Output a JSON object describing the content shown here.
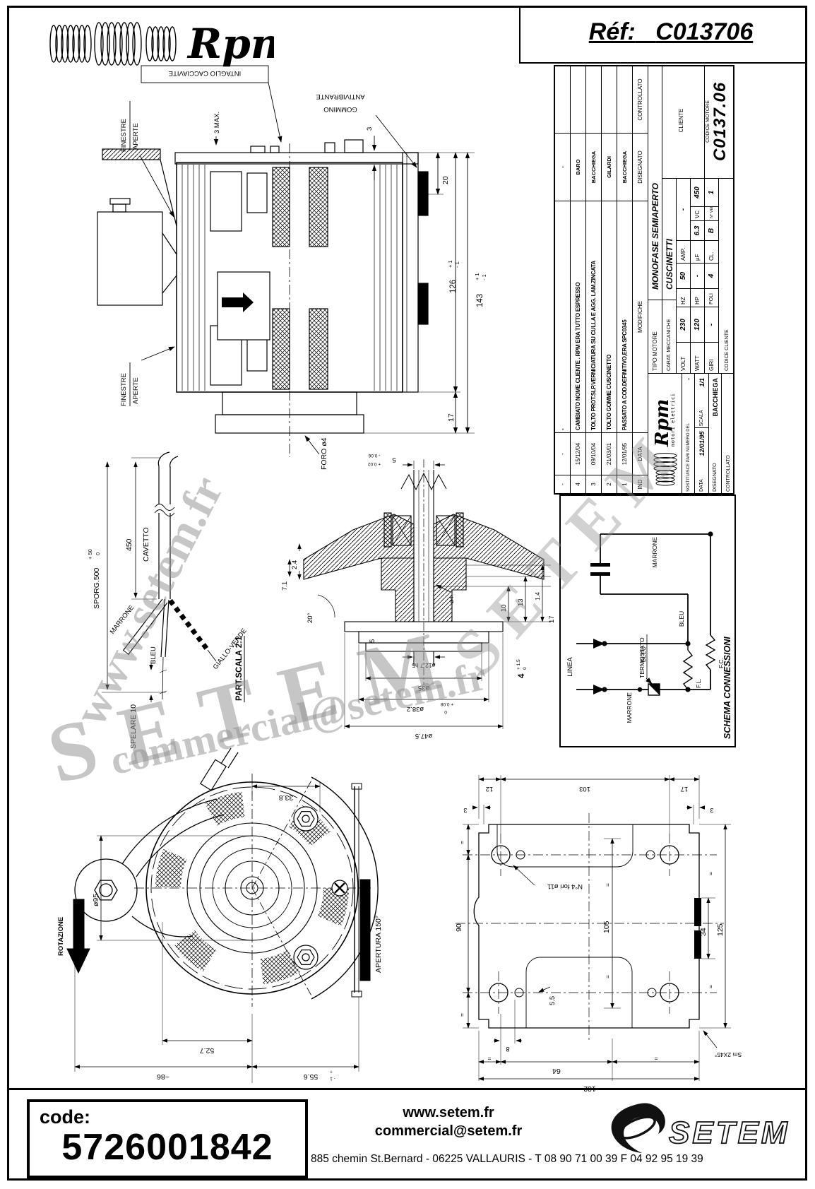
{
  "ref": {
    "label": "Réf:",
    "value": "C013706"
  },
  "rpm_logo": {
    "name": "Rpm",
    "tagline": "motori elettrici"
  },
  "title_block": {
    "mod_headers": {
      "ind": "IND",
      "data": "DATA",
      "modifiche": "MODIFICHE",
      "disegnato": "DISEGNATO",
      "controllato": "CONTROLLATO"
    },
    "mods": [
      {
        "ind": "-",
        "date": "-",
        "desc": "-",
        "by": "-",
        "check": ""
      },
      {
        "ind": "4",
        "date": "15/12/04",
        "desc": "CAMBIATO NOME CLIENTE . RPM ERA TUTTO ESPRESSO",
        "by": "BARO",
        "check": ""
      },
      {
        "ind": "3",
        "date": "09/10/04",
        "desc": "TOLTO PROT.SLP.VERNICIATURA SU CULLA E AGG. LAM.ZINCATA",
        "by": "BACCHIEGA",
        "check": ""
      },
      {
        "ind": "2",
        "date": "21/03/01",
        "desc": "TOLTO GOMME CUSCINETTO",
        "by": "GILARDI",
        "check": ""
      },
      {
        "ind": "1",
        "date": "12/01/95",
        "desc": "PASSATO A COD.DEFINITIVO,ERA SPC0345",
        "by": "BACCHIEGA",
        "check": ""
      }
    ],
    "sostituisce_label": "SOSTITUISCE PARI NUMERO DEL",
    "sostituisce_value": "-",
    "data_label": "DATA",
    "data_value": "12/01/95",
    "scala_label": "SCALA",
    "scala_value": "1/1",
    "disegnato_label": "DISEGNATO",
    "disegnato_value": "BACCHIEGA",
    "controllato_label": "CONTROLLATO",
    "controllato_value": "",
    "tipo_label": "TIPO MOTORE",
    "tipo_value": "MONOFASE SEMIAPERTO",
    "carat_label": "CARAT. MECCANICHE",
    "carat_value": "CUSCINETTI",
    "volt_label": "VOLT",
    "volt": "230",
    "hz_label": "HZ",
    "hz": "50",
    "amp_label": "AMP.",
    "amp": "-",
    "watt_label": "WATT",
    "watt": "120",
    "hp_label": "HP",
    "hp": "-",
    "uf_label": "µF",
    "uf": "6.3",
    "vc_label": "VC",
    "vc": "450",
    "giri_label": "GIRI",
    "giri": "-",
    "poli_label": "POLI",
    "poli": "4",
    "cl_label": "CL.",
    "cl": "B",
    "nvel_label": "N° VEL.",
    "nvel": "1",
    "cliente_label": "CLIENTE",
    "codice_cliente_label": "CODICE CLIENTE",
    "codice_motore_label": "CODICE MOTORE",
    "codice_motore_value": "C0137.06"
  },
  "side_view": {
    "finestre_1": "FINESTRE",
    "finestre_2": "APERTE",
    "intaglio": "INTAGLIO CACCIAVITE",
    "antivibrante_1": "ANTIVIBRANTE",
    "antivibrante_2": "GOMMINO",
    "dim_3max": "3 MAX.",
    "dim_3": "3",
    "dim_20": "20",
    "dim_126": "126",
    "dim_143": "143",
    "tol_plus": "+ 1",
    "tol_minus": "- 1",
    "dim_17": "17",
    "foro": "FORO ø4"
  },
  "cable": {
    "sporg": "SPORG.500",
    "sporg_tol_plus": "+ 50",
    "sporg_tol_zero": "0",
    "dim_450": "450",
    "cavetto": "CAVETTO",
    "marrone": "MARRONE",
    "bleu": "BLEU",
    "giallo_verde": "GIALLO-VERDE",
    "spelare": "SPELARE 10",
    "part_scala": "PART.SCALA 2:1"
  },
  "section": {
    "dim_5top": "5",
    "tol_m": "- 0.06",
    "tol_p": "+ 0.02",
    "dim_24": "2.4",
    "dim_71": "7.1",
    "dim_5": "5",
    "dim_20deg": "20°",
    "dim_o4": "ø4",
    "dim_10": "10",
    "dim_13": "13",
    "dim_14": "1.4",
    "dim_17": "17",
    "dim_4": "4",
    "tol_4p": "+ 1.5",
    "tol_40": "0",
    "dim_o127": "ø12.7 h5",
    "dim_o35": "ø35",
    "dim_o382": "ø38.2",
    "tol_382p": "+ 0.08",
    "tol_3820": "0",
    "dim_o475": "ø47.5"
  },
  "schema": {
    "title": "SCHEMA CONNESSIONI",
    "linea": "LINEA",
    "marrone_in": "MARRONE",
    "termostato": "TERMOSTATO",
    "bleu_1": "BLEU",
    "bleu_2": "BLEU",
    "marrone_2": "MARRONE",
    "fl": "F.L.",
    "fc": "F.C."
  },
  "front_view": {
    "rotazione": "ROTAZIONE",
    "dim_o95": "ø95",
    "dim_338": "33.8",
    "apertura": "APERTURA 150°",
    "dim_527": "52.7",
    "dim_86": "~86",
    "dim_556": "55.6",
    "tol_p": "+",
    "tol_m": "- 1"
  },
  "plate": {
    "dim_12": "12",
    "dim_103": "103",
    "dim_17_top": "17",
    "dim_3_left": "3",
    "dim_3_right": "3",
    "dim_90": "90",
    "dim_105": "105",
    "dim_34": "34",
    "dim_125": "125",
    "dim_55": "5.5",
    "dim_8": "8",
    "dim_64": "64",
    "dim_132": "132",
    "eq": "=",
    "fori": "N°4 fori ø11",
    "smusso": "Sm 2X45°"
  },
  "watermarks": {
    "www": "www.setem.fr",
    "setem": "SETEM",
    "email": "commercial@setem.fr"
  },
  "footer": {
    "code_label": "code:",
    "code_value": "5726001842",
    "site": "www.setem.fr",
    "email": "commercial@setem.fr",
    "address": "885 chemin St.Bernard  -  06225 VALLAURIS  -  T 08 90 71 00 39   F 04 92 95 19 39",
    "brand": "SETEM"
  }
}
